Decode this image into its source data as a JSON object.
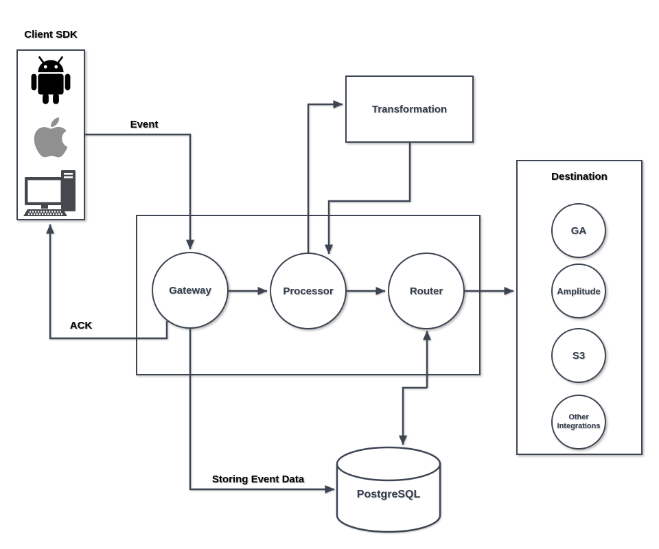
{
  "client_sdk": {
    "title": "Client SDK",
    "icons": [
      "android-icon",
      "apple-icon",
      "desktop-icon"
    ]
  },
  "edge_labels": {
    "event": "Event",
    "ack": "ACK",
    "storing_event_data": "Storing Event Data"
  },
  "pipeline": {
    "transformation": "Transformation",
    "nodes": {
      "gateway": "Gateway",
      "processor": "Processor",
      "router": "Router"
    }
  },
  "destination": {
    "title": "Destination",
    "targets": {
      "ga": "GA",
      "amplitude": "Amplitude",
      "s3": "S3",
      "other": "Other Integrations"
    }
  },
  "storage": {
    "postgresql": "PostgreSQL"
  },
  "colors": {
    "stroke": "#3d4553",
    "node_text": "#333d4d",
    "label_text": "#000000",
    "apple_gray": "#909090",
    "icon_dark": "#45494e",
    "android_black": "#000000",
    "background": "#ffffff"
  }
}
